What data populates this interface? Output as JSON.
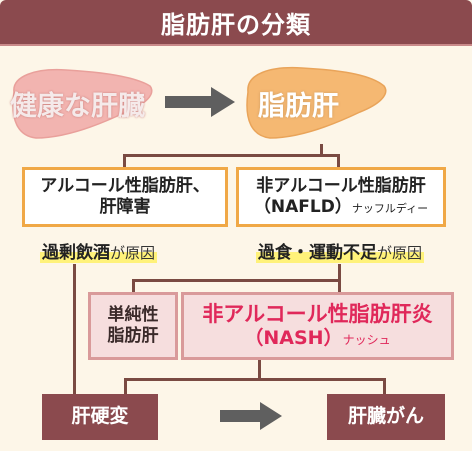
{
  "title": "脂肪肝の分類",
  "healthy_liver": "健康な肝臓",
  "fatty_liver": "脂肪肝",
  "alcoholic": {
    "line1": "アルコール性脂肪肝、",
    "line2": "肝障害"
  },
  "nafld": {
    "line1": "非アルコール性脂肪肝",
    "line2_main": "（NAFLD）",
    "line2_reading": "ナッフルディー"
  },
  "cause_alcohol": {
    "main": "過剰飲酒",
    "suffix": "が原因"
  },
  "cause_nafld": {
    "main": "過食・運動不足",
    "suffix": "が原因"
  },
  "simple_fatty": {
    "line1": "単純性",
    "line2": "脂肪肝"
  },
  "nash": {
    "line1": "非アルコール性脂肪肝炎",
    "line2_main": "（NASH）",
    "line2_reading": "ナッシュ"
  },
  "cirrhosis": "肝硬変",
  "liver_cancer": "肝臓がん",
  "colors": {
    "title_bg": "#8b4a4e",
    "healthy_liver": "#f2b4b0",
    "fatty_liver": "#f5b872",
    "arrow": "#5f5f5f",
    "orange_border": "#f0a846",
    "nash_text": "#e0285a",
    "highlight": "#fff27a"
  }
}
